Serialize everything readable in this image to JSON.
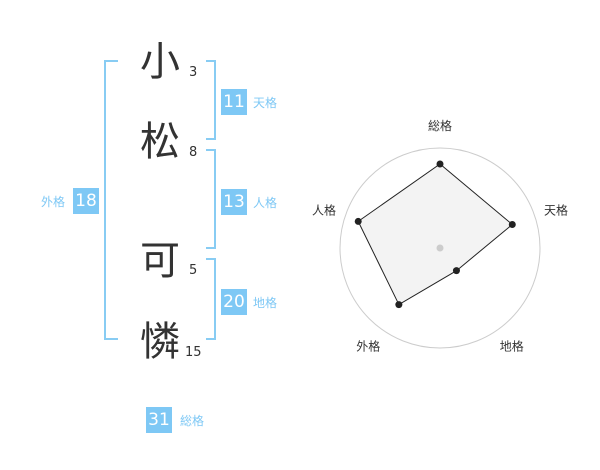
{
  "colors": {
    "accent": "#7ec8f5",
    "text": "#333333",
    "bracket": "#88ccf3",
    "grid": "#cccccc",
    "fill": "#f2f2f2",
    "outline": "#222222"
  },
  "name": {
    "chars": [
      {
        "char": "小",
        "strokes": "3"
      },
      {
        "char": "松",
        "strokes": "8"
      },
      {
        "char": "可",
        "strokes": "5"
      },
      {
        "char": "憐",
        "strokes": "15"
      }
    ]
  },
  "fortunes": {
    "tenkaku": {
      "value": "11",
      "label": "天格"
    },
    "jinkaku": {
      "value": "13",
      "label": "人格"
    },
    "chikaku": {
      "value": "20",
      "label": "地格"
    },
    "gaikaku": {
      "value": "18",
      "label": "外格"
    },
    "soukaku": {
      "value": "31",
      "label": "総格"
    }
  },
  "chart_data": {
    "type": "radar",
    "axes": [
      "総格",
      "天格",
      "地格",
      "外格",
      "人格"
    ],
    "values": [
      4.2,
      3.8,
      1.4,
      3.5,
      4.3
    ],
    "max": 5,
    "rings": 5
  }
}
